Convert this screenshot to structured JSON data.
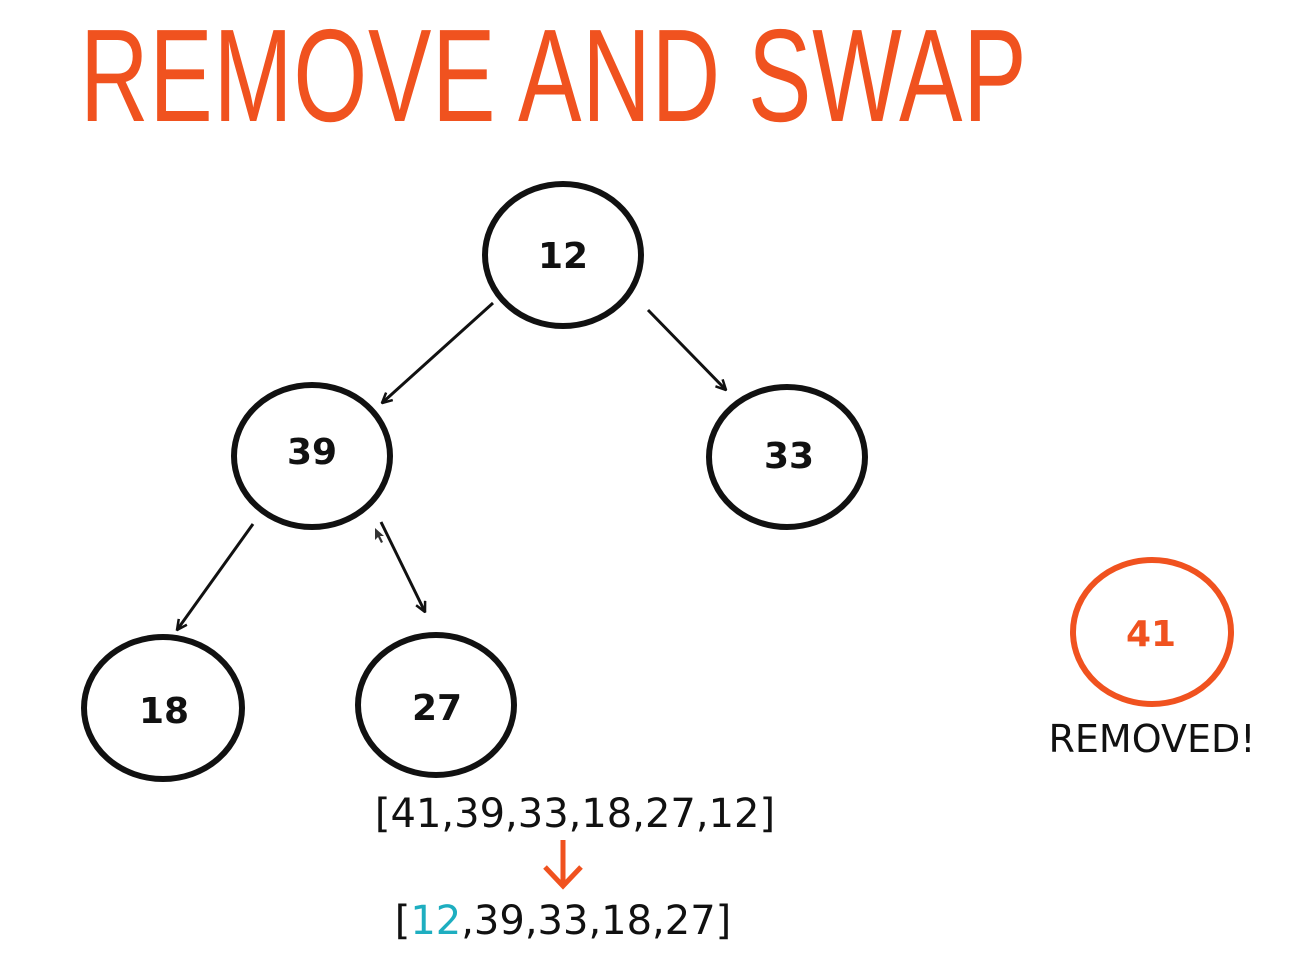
{
  "title": "REMOVE AND SWAP",
  "colors": {
    "accent": "#f0521f",
    "highlight": "#1eaec0",
    "ink": "#111111"
  },
  "tree": {
    "nodes": [
      {
        "id": "n12",
        "label": "12"
      },
      {
        "id": "n39",
        "label": "39"
      },
      {
        "id": "n33",
        "label": "33"
      },
      {
        "id": "n18",
        "label": "18"
      },
      {
        "id": "n27",
        "label": "27"
      }
    ],
    "edges": [
      {
        "from": "12",
        "to": "39"
      },
      {
        "from": "12",
        "to": "33"
      },
      {
        "from": "39",
        "to": "18"
      },
      {
        "from": "39",
        "to": "27"
      }
    ]
  },
  "removed": {
    "value": "41",
    "label": "REMOVED!"
  },
  "arrays": {
    "before": "[41,39,33,18,27,12]",
    "after_open": "[",
    "after_highlight": "12",
    "after_rest": ",39,33,18,27]"
  }
}
